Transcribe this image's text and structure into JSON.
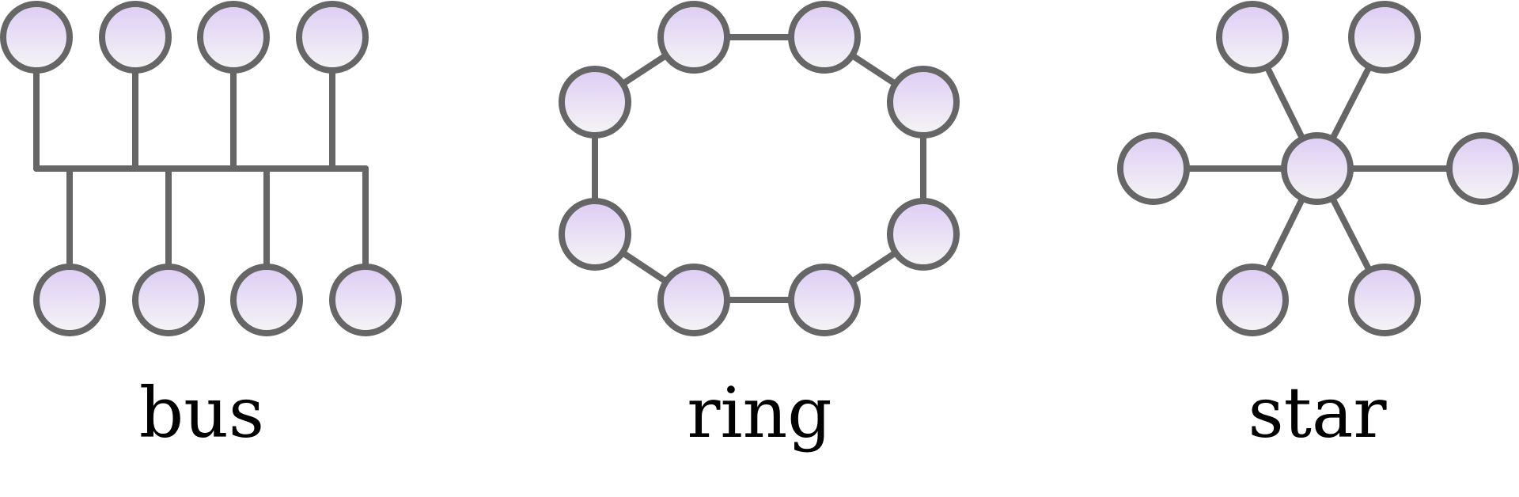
{
  "colors": {
    "stroke": "#666666",
    "node_top": "#ddccf5",
    "node_bottom": "#f5f5f5",
    "text": "#000000"
  },
  "topologies": [
    {
      "id": "bus",
      "label": "bus",
      "node_count": 8
    },
    {
      "id": "ring",
      "label": "ring",
      "node_count": 8
    },
    {
      "id": "star",
      "label": "star",
      "node_count": 7
    }
  ]
}
